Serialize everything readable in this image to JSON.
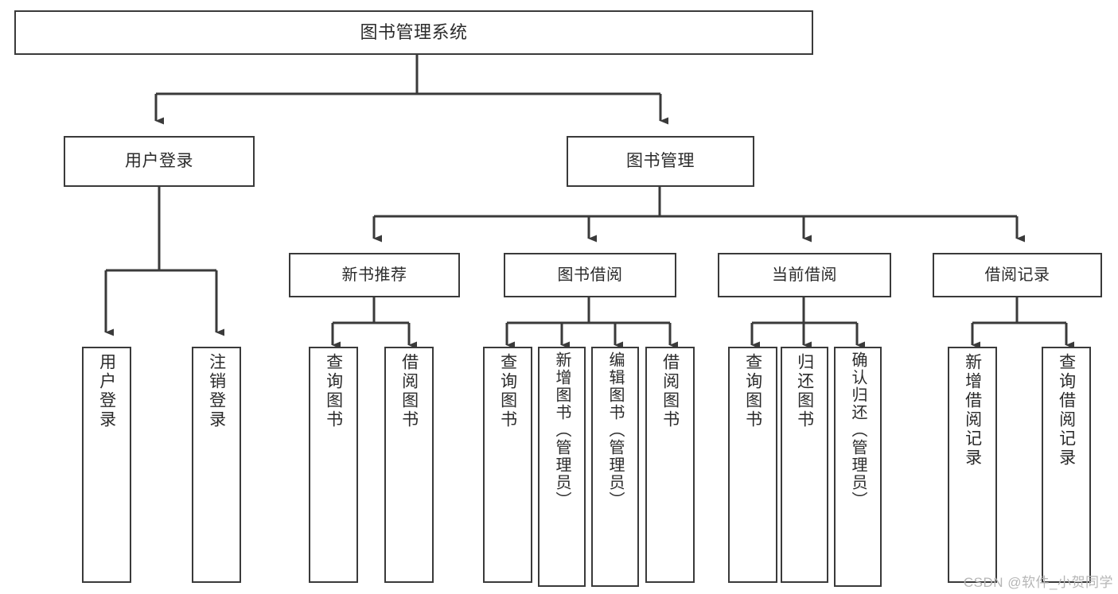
{
  "diagram": {
    "type": "tree",
    "title": "图书管理系统",
    "stroke_color": "#3a3a3a",
    "fill_color": "#ffffff",
    "text_color": "#2b2b2b",
    "root": {
      "label": "图书管理系统"
    },
    "level2": [
      {
        "label": "用户登录"
      },
      {
        "label": "图书管理"
      }
    ],
    "level3": [
      {
        "label": "新书推荐"
      },
      {
        "label": "图书借阅"
      },
      {
        "label": "当前借阅"
      },
      {
        "label": "借阅记录"
      }
    ],
    "leaves": {
      "user_login": [
        {
          "label": "用户登录"
        },
        {
          "label": "注销登录"
        }
      ],
      "new_book_recommend": [
        {
          "label": "查询图书"
        },
        {
          "label": "借阅图书"
        }
      ],
      "book_borrow": [
        {
          "label": "查询图书"
        },
        {
          "label": "新增图书（管理员）"
        },
        {
          "label": "编辑图书（管理员）"
        },
        {
          "label": "借阅图书"
        }
      ],
      "current_borrow": [
        {
          "label": "查询图书"
        },
        {
          "label": "归还图书"
        },
        {
          "label": "确认归还（管理员）"
        }
      ],
      "borrow_record": [
        {
          "label": "新增借阅记录"
        },
        {
          "label": "查询借阅记录"
        }
      ]
    }
  },
  "watermark": {
    "text": "CSDN @软件_小贺同学"
  }
}
